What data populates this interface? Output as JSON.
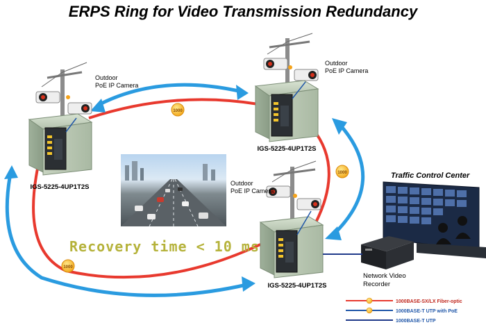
{
  "title": "ERPS Ring for Video Transmission Redundancy",
  "cameras": {
    "left": {
      "line1": "Outdoor",
      "line2": "PoE IP Camera"
    },
    "top": {
      "line1": "Outdoor",
      "line2": "PoE IP Camera"
    },
    "bottom": {
      "line1": "Outdoor",
      "line2": "PoE IP Camera"
    }
  },
  "switches": {
    "left": "IGS-5225-4UP1T2S",
    "top": "IGS-5225-4UP1T2S",
    "bottom": "IGS-5225-4UP1T2S"
  },
  "link_badges": [
    "1000",
    "1000",
    "1000"
  ],
  "recovery_text": "Recovery time < 10 ms",
  "traffic_center": "Traffic Control Center",
  "nvr": {
    "line1": "Network Video",
    "line2": "Recorder"
  },
  "legend": [
    {
      "label": "1000BASE-SX/LX Fiber-optic",
      "color": "#e8392e",
      "badge": true
    },
    {
      "label": "1000BASE-T UTP with PoE",
      "color": "#1f56a8",
      "badge": true
    },
    {
      "label": "1000BASE-T UTP",
      "color": "#1f3a8a",
      "badge": false
    }
  ],
  "colors": {
    "fiber": "#e8392e",
    "ring_arrow": "#2a9be0",
    "cabinet": "#b9c7b5",
    "recovery_text": "#b5b23a",
    "title": "#000000"
  }
}
